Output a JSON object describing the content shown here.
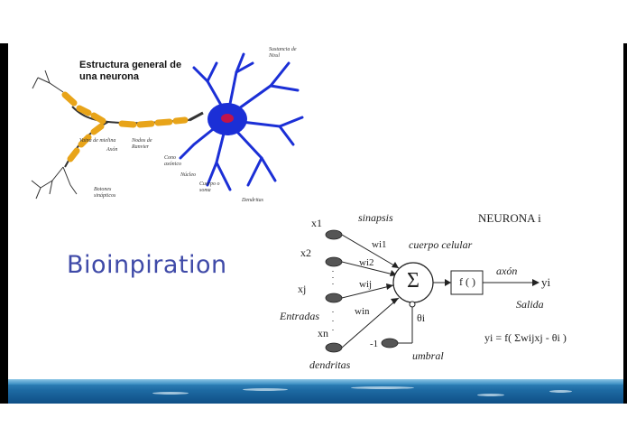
{
  "slide": {
    "title": "Bioinpiration"
  },
  "neuron_figure": {
    "title": "Estructura general de una neurona",
    "labels": {
      "sustancia": "Sustancia de Nissl",
      "vaina": "Vaina de mielina",
      "axon": "Axón",
      "nodos": "Nodos de Ranvier",
      "cono": "Cono axónico",
      "nucleo": "Núcleo",
      "cuerpo": "Cuerpo o soma",
      "botones": "Botones sinápticos",
      "dendritas": "Dendritas"
    },
    "colors": {
      "cell": "#1b2fd6",
      "nucleus": "#c0144a",
      "myelin": "#e8a419"
    }
  },
  "model_figure": {
    "title": "NEURONA i",
    "inputs": [
      "x1",
      "x2",
      "xj",
      "xn"
    ],
    "weights": [
      "wi1",
      "wi2",
      "wij",
      "win"
    ],
    "bias_input": "-1",
    "threshold": "θi",
    "sum_symbol": "Σ",
    "activation": "f ( )",
    "output": "yi",
    "labels": {
      "sinapsis": "sinapsis",
      "cuerpo_celular": "cuerpo celular",
      "entradas": "Entradas",
      "dendritas": "dendritas",
      "umbral": "umbral",
      "axon": "axón",
      "salida": "Salida"
    },
    "formula": "yi = f( Σwijxj - θi )"
  }
}
